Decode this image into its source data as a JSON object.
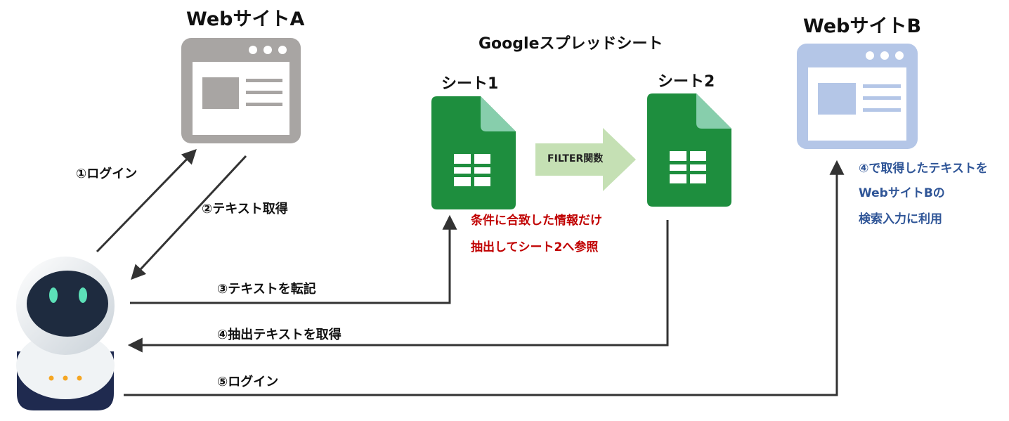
{
  "website_a": {
    "title": "WebサイトA"
  },
  "website_b": {
    "title": "WebサイトB"
  },
  "google_sheets": {
    "title": "Googleスプレッドシート",
    "sheet1_label": "シート1",
    "sheet2_label": "シート2",
    "filter_label": "FILTER関数"
  },
  "notes": {
    "filter_note_line1": "条件に合致した情報だけ",
    "filter_note_line2": "抽出してシート2へ参照",
    "website_b_note_line1": "④で取得したテキストを",
    "website_b_note_line2": "WebサイトBの",
    "website_b_note_line3": "検索入力に利用"
  },
  "steps": {
    "step1": "①ログイン",
    "step2": "②テキスト取得",
    "step3": "③テキストを転記",
    "step4": "④抽出テキストを取得",
    "step5": "⑤ログイン"
  },
  "colors": {
    "website_a": "#a8a5a3",
    "website_b": "#b4c6e7",
    "sheets_green": "#1e8e3e",
    "sheets_fold": "#87ceac",
    "filter_arrow": "#c5e0b4",
    "red_note": "#c00000",
    "blue_note": "#2f5597",
    "robot_body": "#eef2f4",
    "robot_base": "#1f2a4f",
    "robot_eyes": "#5ce0b8"
  }
}
